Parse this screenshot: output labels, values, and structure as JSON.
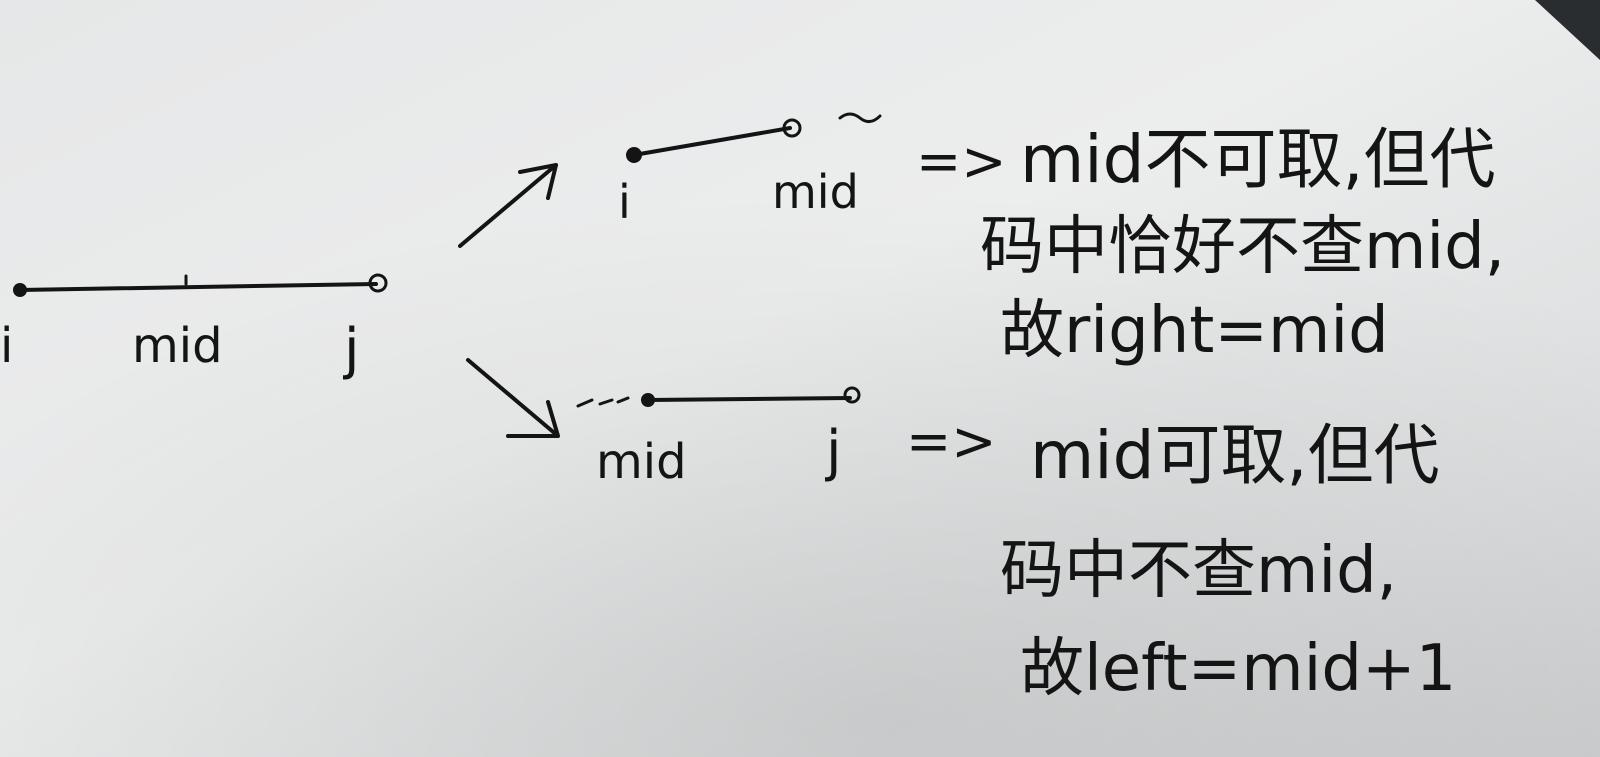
{
  "diagram": {
    "top_segment_labels": {
      "left": "i",
      "middle": "mid",
      "right": "j"
    },
    "upper_branch": {
      "left_label": "i",
      "right_label": "mid",
      "arrow": "=>",
      "note_lines": [
        "mid不可取,但代",
        "码中恰好不查mid,",
        "故right=mid"
      ]
    },
    "lower_branch": {
      "left_label": "mid",
      "right_label": "j",
      "arrow": "=>",
      "note_lines": [
        "mid可取,但代",
        "码中不查mid,",
        "故left=mid+1"
      ]
    }
  },
  "colors": {
    "paper": "#e8e9ea",
    "paper_shadow": "#c9cbcc",
    "ink": "#141414",
    "background": "#2a2d2f"
  }
}
